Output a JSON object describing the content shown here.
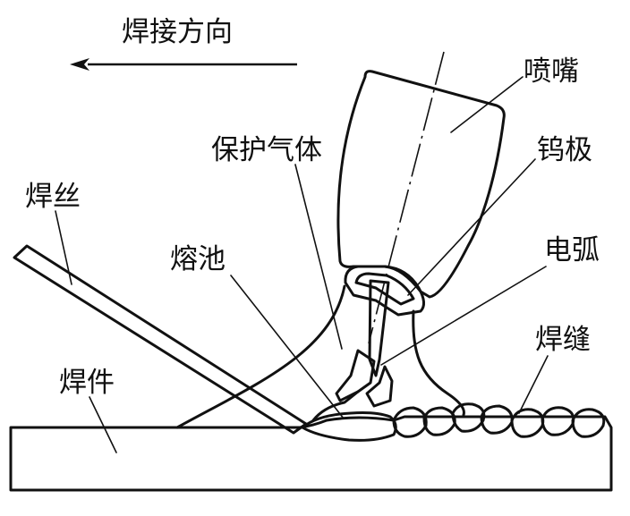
{
  "diagram": {
    "direction_label": "焊接方向",
    "labels": {
      "nozzle": "喷嘴",
      "tungsten_electrode": "钨极",
      "shielding_gas": "保护气体",
      "filler_wire": "焊丝",
      "weld_pool": "熔池",
      "arc": "电弧",
      "weld_seam": "焊缝",
      "workpiece": "焊件"
    }
  }
}
